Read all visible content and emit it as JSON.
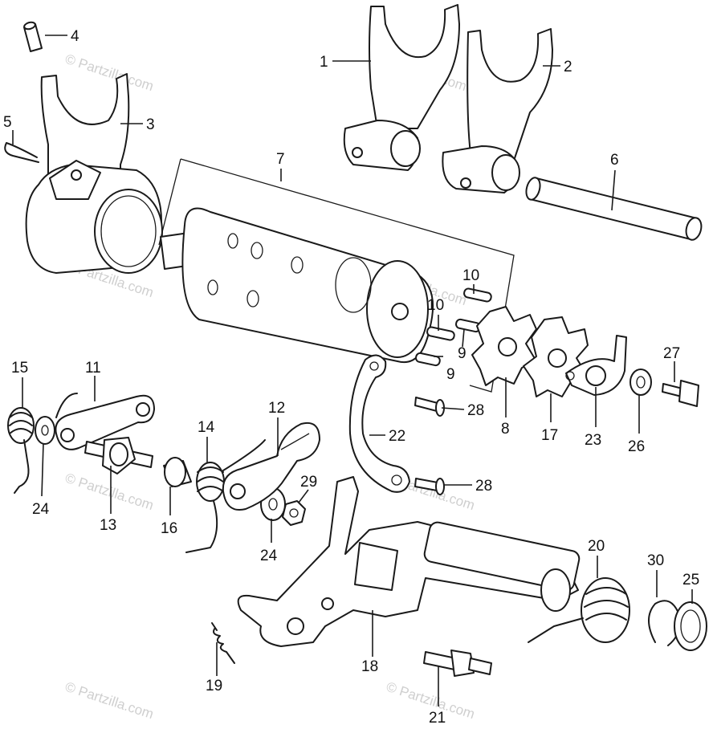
{
  "callouts": [
    "1",
    "2",
    "3",
    "4",
    "5",
    "6",
    "7",
    "8",
    "9",
    "9",
    "10",
    "10",
    "11",
    "12",
    "13",
    "14",
    "15",
    "16",
    "17",
    "18",
    "19",
    "20",
    "21",
    "22",
    "23",
    "24",
    "24",
    "25",
    "26",
    "27",
    "28",
    "28",
    "29",
    "30"
  ],
  "watermark": "© Partzilla.com"
}
